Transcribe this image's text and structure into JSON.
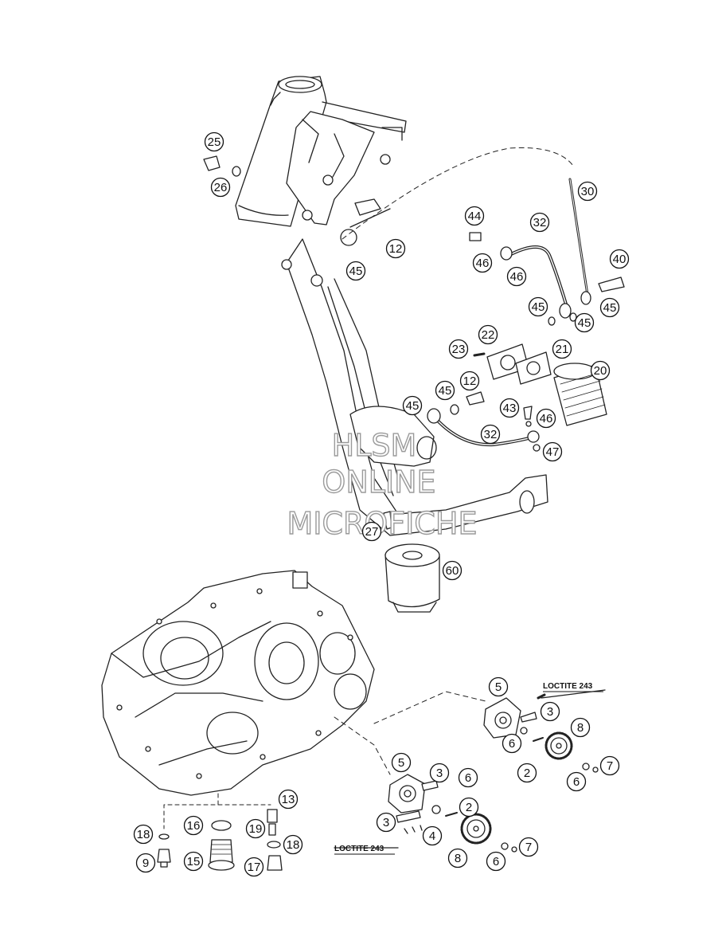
{
  "watermark": {
    "line1": "HLSM",
    "line2": "ONLINE",
    "line3": "MICROFICHE"
  },
  "notes": {
    "loctite_top": "LOCTITE 243",
    "loctite_bottom": "LOCTITE 243"
  },
  "callouts": [
    {
      "id": "c25",
      "label": "25"
    },
    {
      "id": "c26",
      "label": "26"
    },
    {
      "id": "c30",
      "label": "30"
    },
    {
      "id": "c12a",
      "label": "12"
    },
    {
      "id": "c45a",
      "label": "45"
    },
    {
      "id": "c44",
      "label": "44"
    },
    {
      "id": "c32a",
      "label": "32"
    },
    {
      "id": "c46a",
      "label": "46"
    },
    {
      "id": "c46b",
      "label": "46"
    },
    {
      "id": "c40",
      "label": "40"
    },
    {
      "id": "c45b",
      "label": "45"
    },
    {
      "id": "c45c",
      "label": "45"
    },
    {
      "id": "c45d",
      "label": "45"
    },
    {
      "id": "c22",
      "label": "22"
    },
    {
      "id": "c23",
      "label": "23"
    },
    {
      "id": "c21",
      "label": "21"
    },
    {
      "id": "c20",
      "label": "20"
    },
    {
      "id": "c12b",
      "label": "12"
    },
    {
      "id": "c45e",
      "label": "45"
    },
    {
      "id": "c45f",
      "label": "45"
    },
    {
      "id": "c43",
      "label": "43"
    },
    {
      "id": "c46c",
      "label": "46"
    },
    {
      "id": "c32b",
      "label": "32"
    },
    {
      "id": "c47",
      "label": "47"
    },
    {
      "id": "c27",
      "label": "27"
    },
    {
      "id": "c60",
      "label": "60"
    },
    {
      "id": "c5a",
      "label": "5"
    },
    {
      "id": "c3a",
      "label": "3"
    },
    {
      "id": "c8a",
      "label": "8"
    },
    {
      "id": "c6a",
      "label": "6"
    },
    {
      "id": "c2a",
      "label": "2"
    },
    {
      "id": "c7a",
      "label": "7"
    },
    {
      "id": "c6b",
      "label": "6"
    },
    {
      "id": "c5b",
      "label": "5"
    },
    {
      "id": "c3b",
      "label": "3"
    },
    {
      "id": "c6c",
      "label": "6"
    },
    {
      "id": "c2b",
      "label": "2"
    },
    {
      "id": "c3c",
      "label": "3"
    },
    {
      "id": "c4",
      "label": "4"
    },
    {
      "id": "c8b",
      "label": "8"
    },
    {
      "id": "c6d",
      "label": "6"
    },
    {
      "id": "c7b",
      "label": "7"
    },
    {
      "id": "c13",
      "label": "13"
    },
    {
      "id": "c18a",
      "label": "18"
    },
    {
      "id": "c16",
      "label": "16"
    },
    {
      "id": "c19",
      "label": "19"
    },
    {
      "id": "c18b",
      "label": "18"
    },
    {
      "id": "c9",
      "label": "9"
    },
    {
      "id": "c15",
      "label": "15"
    },
    {
      "id": "c17",
      "label": "17"
    }
  ]
}
